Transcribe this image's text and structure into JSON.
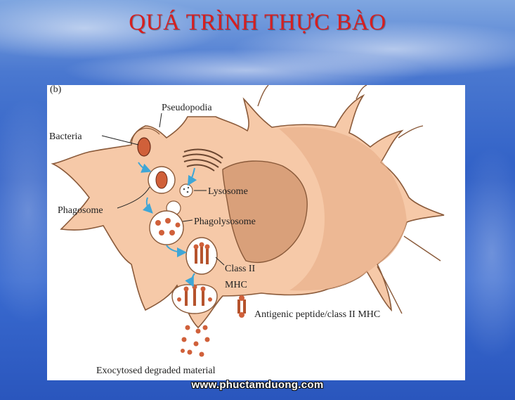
{
  "slide": {
    "title": "QUÁ TRÌNH THỰC BÀO",
    "watermark": "www.phuctamduong.com"
  },
  "figure": {
    "panel_label": "(b)",
    "labels": {
      "pseudopodia": "Pseudopodia",
      "bacteria": "Bacteria",
      "lysosome": "Lysosome",
      "phagosome": "Phagosome",
      "phagolysosome": "Phagolysosome",
      "class2_line1": "Class II",
      "class2_line2": "MHC",
      "antigenic": "Antigenic peptide/class II MHC",
      "exocytosed": "Exocytosed degraded material"
    },
    "colors": {
      "cell": "#f6c9a8",
      "nucleus": "#d9a07a",
      "bacteria": "#d0603a",
      "arrow": "#3fa6d6",
      "title": "#d81e1e"
    }
  }
}
